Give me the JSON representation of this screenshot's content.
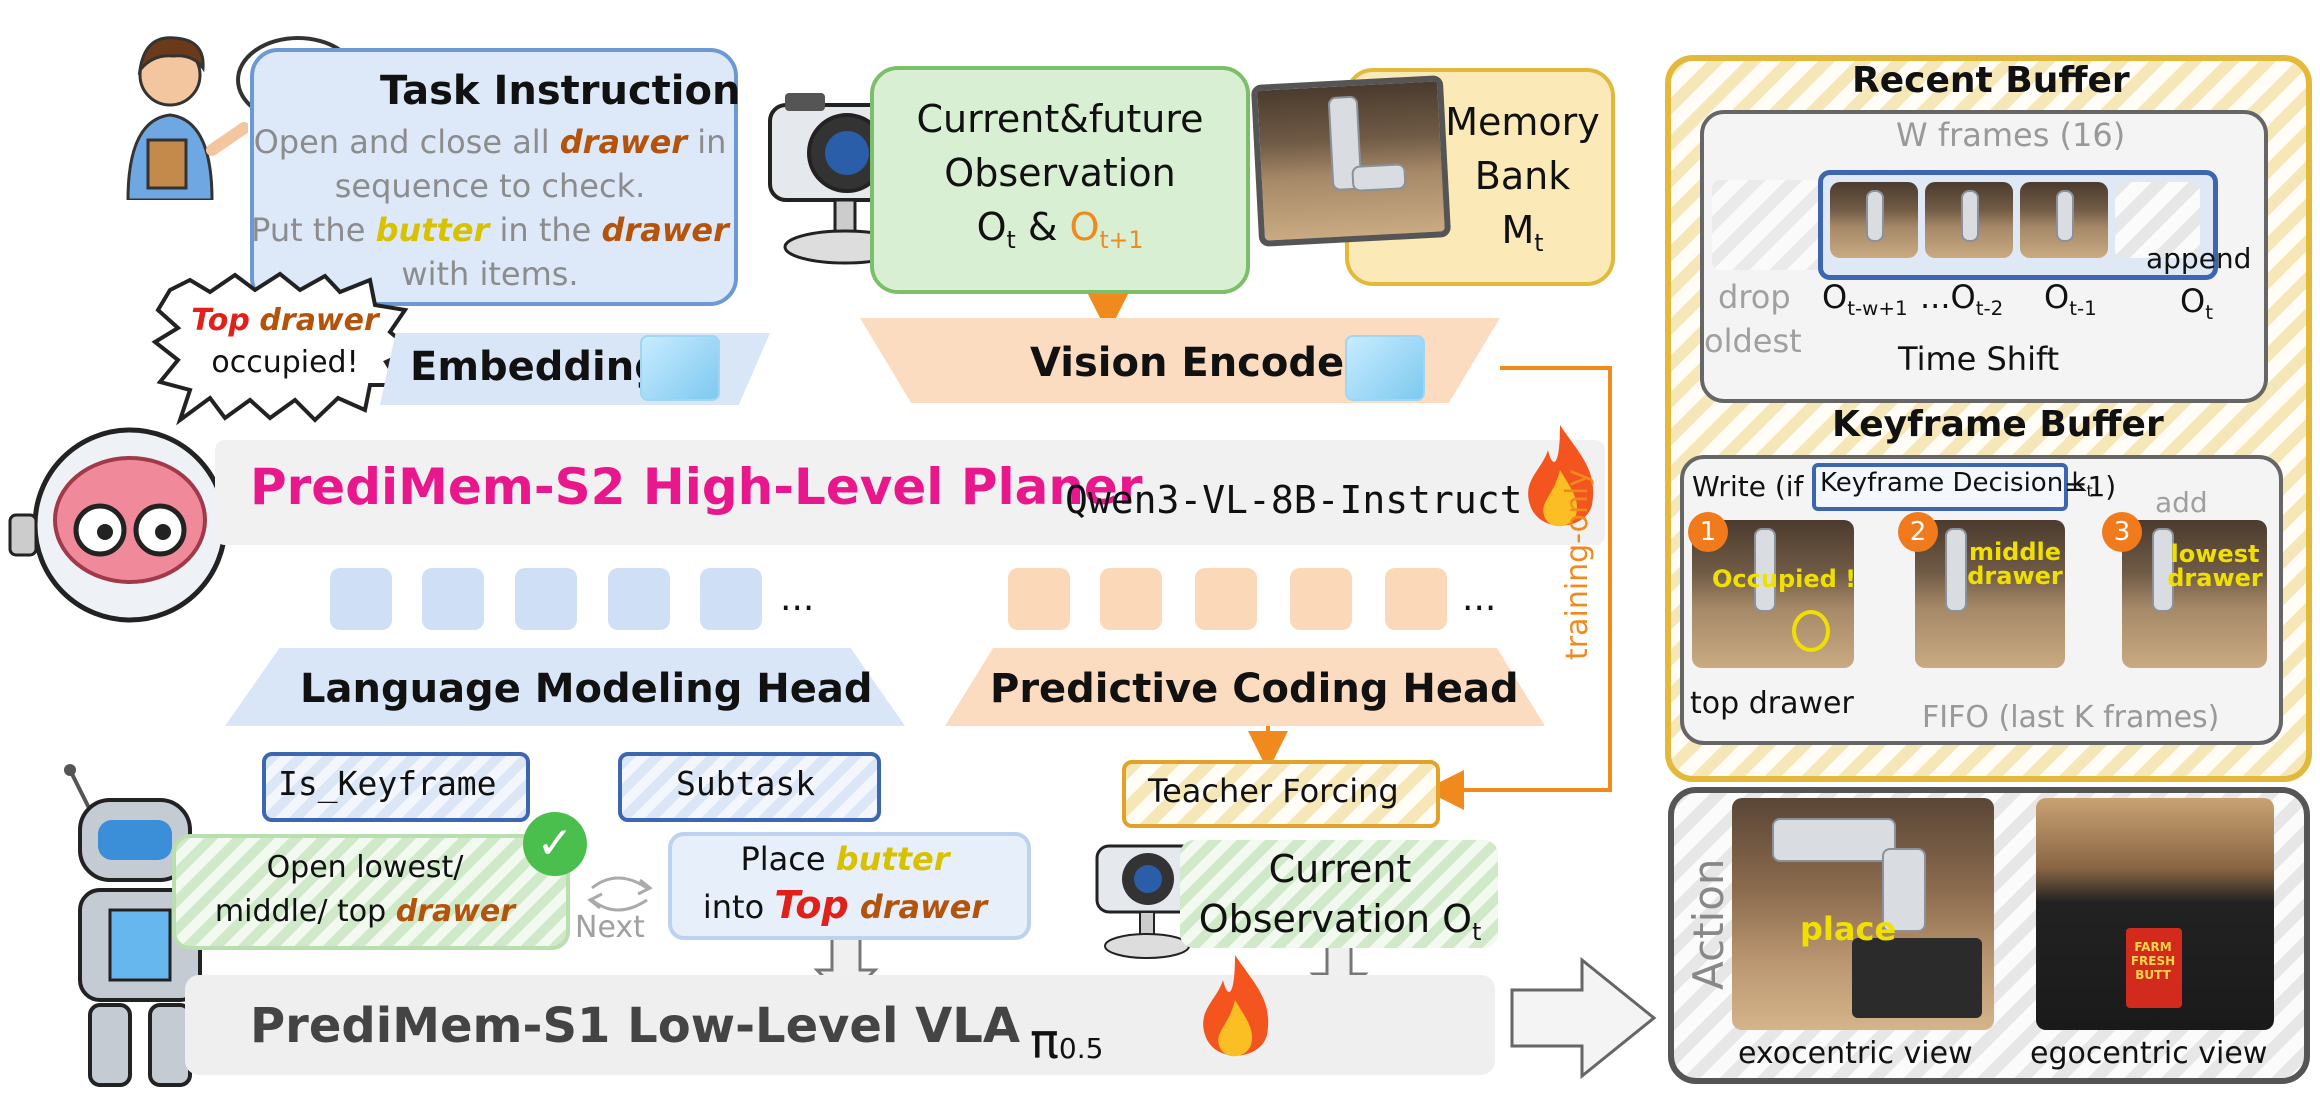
{
  "task": {
    "title": "Task Instruction",
    "line1_a": "Open and close all ",
    "line1_b": "drawer",
    "line1_c": " in",
    "line2": "sequence to check.",
    "line3_a": "Put the ",
    "line3_b": "butter",
    "line3_c": " in the ",
    "line3_d": "drawer",
    "line4": "with items."
  },
  "speech": {
    "word_top": "Top",
    "word_drawer": "drawer",
    "line2": "occupied!"
  },
  "embedding": {
    "label": "Embedding"
  },
  "observation": {
    "line1": "Current&future",
    "line2": "Observation",
    "o": "O",
    "o_sub": "t",
    "amp": " & ",
    "o2": "O",
    "o2_sub": "t+1"
  },
  "memory": {
    "line1": "Memory",
    "line2": "Bank",
    "m": "M",
    "m_sub": "t"
  },
  "vision_encoder": {
    "label": "Vision Encoder"
  },
  "planner": {
    "title": "PrediMem-S2 High-Level Planer",
    "model": "Qwen3-VL-8B-Instruct"
  },
  "tokens": {
    "ellipsis_left": "...",
    "ellipsis_right": "..."
  },
  "lm_head": {
    "label": "Language Modeling Head"
  },
  "pc_head": {
    "label": "Predictive Coding Head"
  },
  "training_only": "training-only",
  "is_keyframe": "Is_Keyframe",
  "subtask": "Subtask",
  "teacher_forcing": "Teacher Forcing",
  "current_obs": {
    "line1": "Current",
    "line2": "Observation O",
    "sub": "t"
  },
  "subtask_prev": {
    "line1": "Open lowest/",
    "line2_a": "middle/ top ",
    "line2_b": "drawer"
  },
  "next_label": "Next",
  "subtask_next": {
    "line1_a": "Place ",
    "line1_b": "butter",
    "line2_a": "into ",
    "line2_b": "Top",
    "line2_c": " drawer"
  },
  "s1": {
    "title": "PrediMem-S1 Low-Level VLA",
    "pi": "π",
    "pi_sub": "0.5"
  },
  "recent_buffer": {
    "title": "Recent Buffer",
    "w_frames": "W frames (16)",
    "drop": "drop",
    "oldest": "oldest",
    "append": "append",
    "o_t": "O",
    "o_t_sub": "t",
    "labels": [
      {
        "o": "O",
        "sub": "t-w+1"
      },
      {
        "o": "...O",
        "sub": "t-2"
      },
      {
        "o": "O",
        "sub": "t-1"
      }
    ],
    "time_shift": "Time Shift"
  },
  "keyframe_buffer": {
    "title": "Keyframe Buffer",
    "write_prefix": "Write (if ",
    "decision": "Keyframe Decision k",
    "decision_sub": "t",
    "write_suffix": "=1)",
    "add": "add",
    "badges": [
      "1",
      "2",
      "3"
    ],
    "frame1_text": "Occupied !",
    "frame2_text": "middle drawer",
    "frame3_text": "lowest drawer",
    "top_drawer": "top drawer",
    "fifo": "FIFO (last K frames)"
  },
  "action": {
    "title": "Action",
    "place": "place",
    "exo": "exocentric view",
    "ego": "egocentric view",
    "box_text": "FARM FRESH BUTT"
  },
  "colors": {
    "magenta": "#e8178c",
    "orange": "#f08a1c",
    "drawer_brown": "#b3530c",
    "butter_yellow": "#d8c200",
    "red": "#e0201b",
    "blue_border": "#3c66b0",
    "green_border": "#7bbf6a",
    "gold_border": "#e2b93b"
  }
}
